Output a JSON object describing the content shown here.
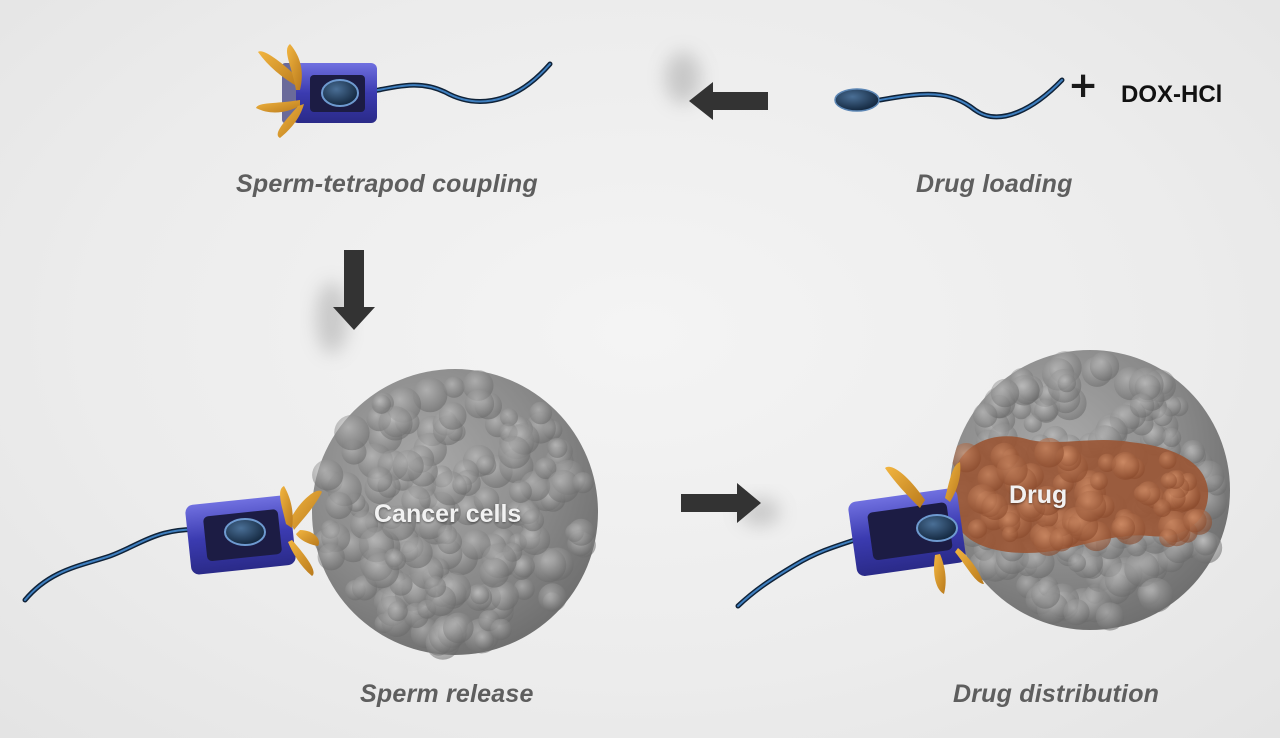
{
  "steps": {
    "coupling": "Sperm-tetrapod coupling",
    "loading": "Drug loading",
    "release": "Sperm release",
    "distribution": "Drug distribution"
  },
  "reagent": {
    "plus": "+",
    "name": "DOX-HCl"
  },
  "cell_labels": {
    "cancer": "Cancer cells",
    "drug": "Drug"
  },
  "colors": {
    "background": "#ececec",
    "tetrapod_arms": "#e0a030",
    "tube": "#4a4ab8",
    "sperm": "#1e4a78",
    "cancer_cell": "#8a8a8a",
    "drug": "#b06a45",
    "arrow": "#333333",
    "caption": "#5e5e5e"
  }
}
